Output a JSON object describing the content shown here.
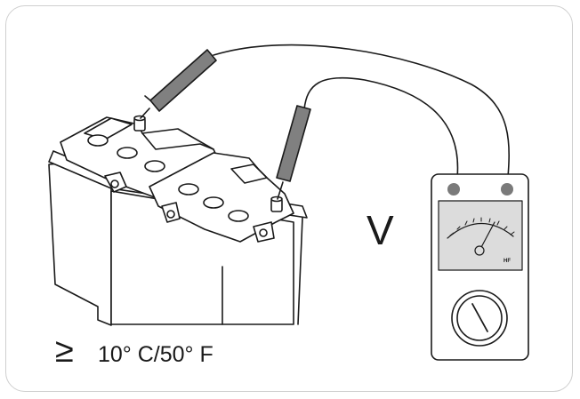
{
  "diagram": {
    "meter_symbol": "V",
    "meter_brand": "HF",
    "temperature_symbol": "≥",
    "temperature_text": "10° C/50° F"
  },
  "colors": {
    "frame_border": "#cfcfcf",
    "line": "#1a1a1a",
    "probe_fill": "#808080",
    "meter_terminal": "#7a7a7a",
    "gauge_face": "#dcdcdc"
  }
}
